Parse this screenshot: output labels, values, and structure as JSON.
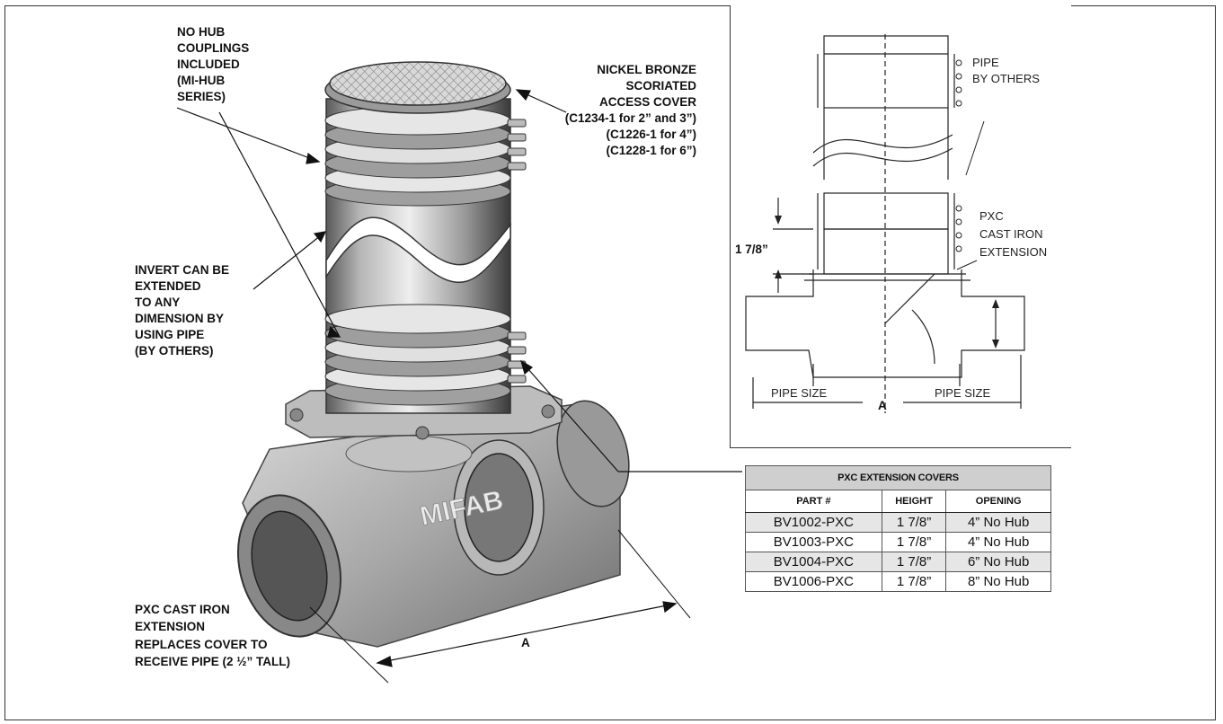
{
  "callouts": {
    "no_hub": [
      "NO HUB",
      "COUPLINGS",
      "INCLUDED",
      "(MI-HUB",
      "SERIES)"
    ],
    "cover": [
      "NICKEL BRONZE",
      "SCORIATED",
      "ACCESS COVER",
      "(C1234-1 for 2” and 3”)",
      "(C1226-1 for 4”)",
      "(C1228-1 for 6”)"
    ],
    "invert": [
      "INVERT CAN BE",
      "EXTENDED",
      "TO ANY",
      "DIMENSION BY",
      "USING PIPE",
      "(BY OTHERS)"
    ],
    "pxc": [
      "PXC CAST IRON",
      "EXTENSION",
      "REPLACES COVER TO",
      "RECEIVE PIPE (2 ½” TALL)"
    ],
    "dim_a": "A",
    "brand": "MIFAB"
  },
  "section": {
    "pipe_by_others": [
      "PIPE",
      "BY OTHERS"
    ],
    "pxc_ext": [
      "PXC",
      "CAST IRON",
      "EXTENSION"
    ],
    "height_dim": "1 7/8”",
    "pipe_size_left": "PIPE SIZE",
    "pipe_size_right": "PIPE SIZE",
    "dim_a": "A"
  },
  "table": {
    "title": "PXC EXTENSION COVERS",
    "headers": [
      "PART #",
      "HEIGHT",
      "OPENING"
    ],
    "rows": [
      [
        "BV1002-PXC",
        "1 7/8”",
        "4” No Hub"
      ],
      [
        "BV1003-PXC",
        "1 7/8”",
        "4” No Hub"
      ],
      [
        "BV1004-PXC",
        "1 7/8”",
        "6” No Hub"
      ],
      [
        "BV1006-PXC",
        "1 7/8”",
        "8” No Hub"
      ]
    ]
  }
}
